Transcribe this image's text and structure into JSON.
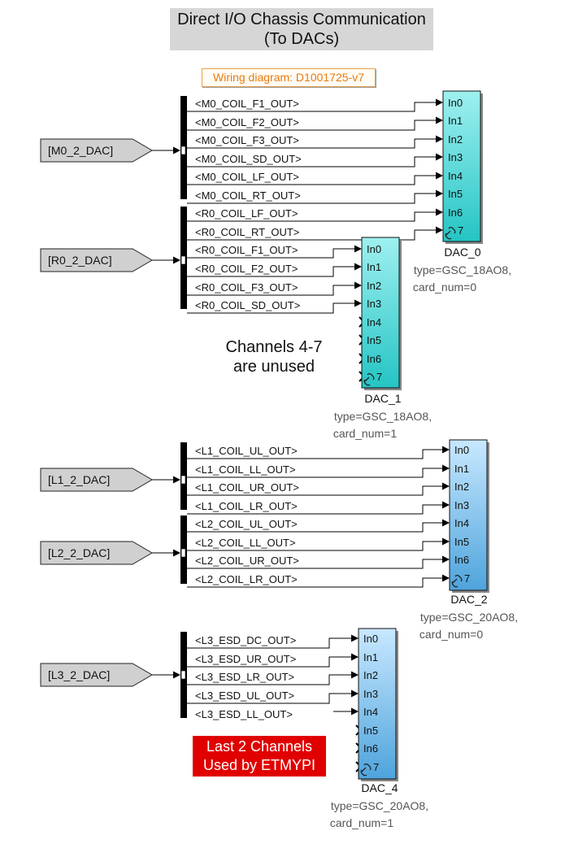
{
  "title": {
    "line1": "Direct I/O Chassis Communication",
    "line2": "(To DACs)"
  },
  "wiring_label": "Wiring diagram: D1001725-v7",
  "notes": {
    "unused_line1": "Channels 4-7",
    "unused_line2": "are unused",
    "last_line1": "Last 2 Channels",
    "last_line2": "Used by ETMYPI"
  },
  "from_blocks": [
    "[M0_2_DAC]",
    "[R0_2_DAC]",
    "[L1_2_DAC]",
    "[L2_2_DAC]",
    "[L3_2_DAC]"
  ],
  "signals": {
    "m0": [
      "<M0_COIL_F1_OUT>",
      "<M0_COIL_F2_OUT>",
      "<M0_COIL_F3_OUT>",
      "<M0_COIL_SD_OUT>",
      "<M0_COIL_LF_OUT>",
      "<M0_COIL_RT_OUT>"
    ],
    "r0": [
      "<R0_COIL_LF_OUT>",
      "<R0_COIL_RT_OUT>",
      "<R0_COIL_F1_OUT>",
      "<R0_COIL_F2_OUT>",
      "<R0_COIL_F3_OUT>",
      "<R0_COIL_SD_OUT>"
    ],
    "l1": [
      "<L1_COIL_UL_OUT>",
      "<L1_COIL_LL_OUT>",
      "<L1_COIL_UR_OUT>",
      "<L1_COIL_LR_OUT>"
    ],
    "l2": [
      "<L2_COIL_UL_OUT>",
      "<L2_COIL_LL_OUT>",
      "<L2_COIL_UR_OUT>",
      "<L2_COIL_LR_OUT>"
    ],
    "l3": [
      "<L3_ESD_DC_OUT>",
      "<L3_ESD_UR_OUT>",
      "<L3_ESD_LR_OUT>",
      "<L3_ESD_UL_OUT>",
      "<L3_ESD_LL_OUT>"
    ]
  },
  "dac_ports": [
    "In0",
    "In1",
    "In2",
    "In3",
    "In4",
    "In5",
    "In6",
    "In7"
  ],
  "dacs": [
    {
      "name": "DAC_0",
      "type": "type=GSC_18AO8,",
      "card": "card_num=0",
      "color": "#2fc9c9"
    },
    {
      "name": "DAC_1",
      "type": "type=GSC_18AO8,",
      "card": "card_num=1",
      "color": "#2fc9c9"
    },
    {
      "name": "DAC_2",
      "type": "type=GSC_20AO8,",
      "card": "card_num=0",
      "color": "#5aaee6"
    },
    {
      "name": "DAC_4",
      "type": "type=GSC_20AO8,",
      "card": "card_num=1",
      "color": "#5aaee6"
    }
  ],
  "colors": {
    "from_fill": "#d0d0d0",
    "bus_bar": "#000000",
    "cyan_top": "#9ff0f0",
    "blue_top": "#c8e8ff",
    "red_note": "#e00000",
    "wiring_text": "#e87a10"
  }
}
